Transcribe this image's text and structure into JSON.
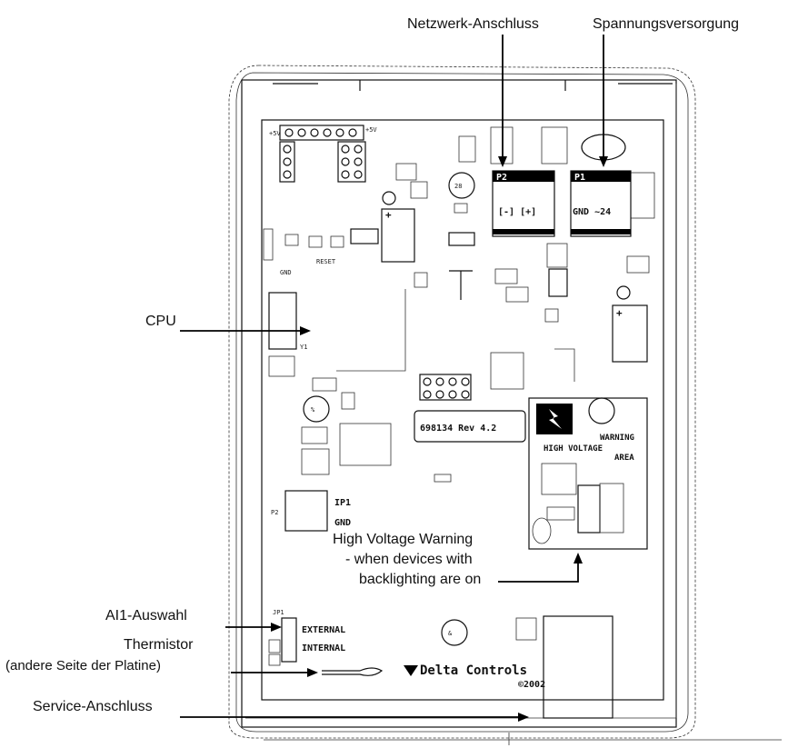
{
  "callouts": {
    "network": "Netzwerk-Anschluss",
    "power": "Spannungsversorgung",
    "cpu": "CPU",
    "hv_line1": "High Voltage Warning",
    "hv_line2": "- when devices with",
    "hv_line3": "backlighting are on",
    "ai1": "AI1-Auswahl",
    "thermistor": "Thermistor",
    "thermistor_note": "(andere Seite der Platine)",
    "service": "Service-Anschluss"
  },
  "board": {
    "rev": "698134 Rev 4.2",
    "p2": "P2",
    "p2_pins": "[-] [+]",
    "p1": "P1",
    "p1_pins": "GND ~24",
    "warning_l1": "WARNING",
    "warning_l2": "HIGH VOLTAGE",
    "warning_l3": "AREA",
    "ip1": "IP1",
    "gnd": "GND",
    "external": "EXTERNAL",
    "internal": "INTERNAL",
    "brand": "Delta Controls",
    "copyright": "©2002",
    "reset": "RESET",
    "gnd_small": "GND",
    "plus5v": "+5V",
    "jp1": "JP1",
    "p2_side": "P2",
    "cpu_ref": "Y1"
  }
}
